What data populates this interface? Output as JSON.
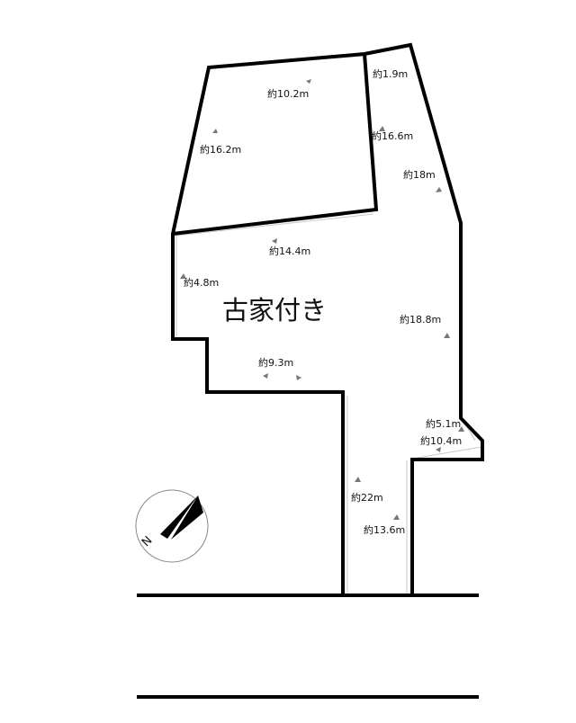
{
  "note": "古家付き",
  "dimensions": {
    "d1": "約10.2m",
    "d2": "約1.9m",
    "d3": "約16.2m",
    "d4": "約16.6m",
    "d5": "約18m",
    "d6": "約14.4m",
    "d7": "約4.8m",
    "d8": "約18.8m",
    "d9": "約9.3m",
    "d10": "約5.1m",
    "d11": "約10.4m",
    "d12": "約22m",
    "d13": "約13.6m"
  },
  "compass": {
    "label": "N"
  }
}
